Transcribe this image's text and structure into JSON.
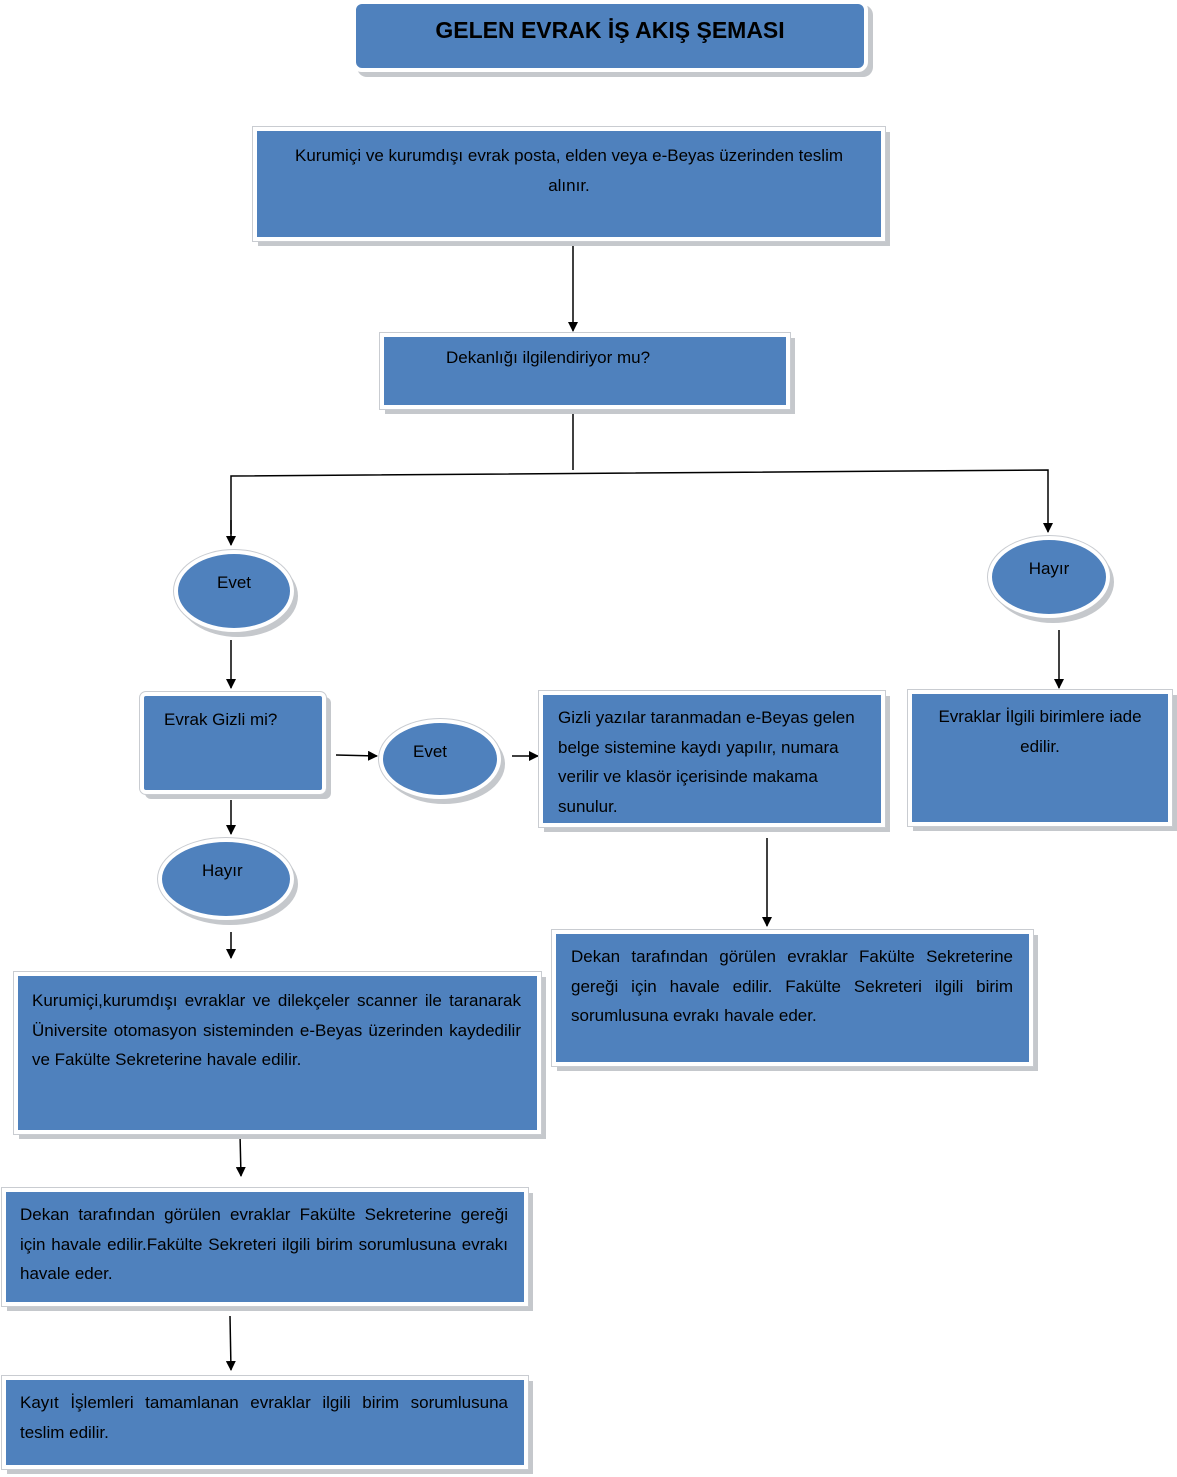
{
  "title": "GELEN EVRAK İŞ AKIŞ ŞEMASI",
  "nodes": {
    "receive": "Kurumiçi ve kurumdışı evrak posta, elden veya e-Beyas üzerinden teslim alınır.",
    "decision_dean": "Dekanlığı ilgilendiriyor mu?",
    "yes_1": "Evet",
    "no_1": "Hayır",
    "decision_secret": "Evrak Gizli mi?",
    "yes_2": "Evet",
    "no_2": "Hayır",
    "secret_process": "Gizli yazılar taranmadan e-Beyas gelen belge sistemine kaydı yapılır, numara verilir ve klasör içerisinde makama sunulur.",
    "return_units": "Evraklar İlgili birimlere iade edilir.",
    "scan_register": "Kurumiçi,kurumdışı evraklar ve dilekçeler scanner ile taranarak Üniversite otomasyon sisteminden e-Beyas üzerinden kaydedilir ve Fakülte Sekreterine havale edilir.",
    "dean_forward_left": "Dekan tarafından görülen evraklar Fakülte Sekreterine gereği için havale edilir.Fakülte Sekreteri ilgili birim sorumlusuna evrakı havale eder.",
    "dean_forward_right": "Dekan tarafından görülen evraklar Fakülte Sekreterine gereği için havale edilir. Fakülte Sekreteri ilgili birim sorumlusuna evrakı havale eder.",
    "deliver": "Kayıt İşlemleri tamamlanan evraklar ilgili birim sorumlusuna teslim edilir."
  },
  "colors": {
    "shape_fill": "#4f81bd",
    "shape_border": "#ffffff",
    "shadow": "#c5c8cc",
    "connector": "#000000"
  }
}
